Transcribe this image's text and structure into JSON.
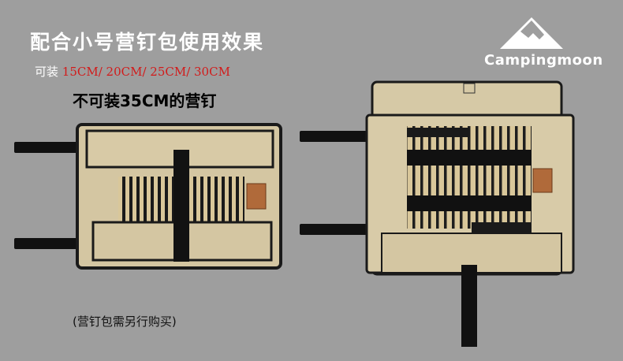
{
  "headline": "配合小号营钉包使用效果",
  "capacity": {
    "label": "可装 ",
    "sizes": "15CM/ 20CM/ 25CM/ 30CM"
  },
  "exclusion": "不可装35CM的营钉",
  "footnote": "(营钉包需另行购买)",
  "brand": {
    "name": "Campingmoon"
  },
  "colors": {
    "background": "#9e9e9e",
    "canvas": "#d6c9a6",
    "strap": "#111111",
    "highlight_red": "#d21b1b"
  }
}
